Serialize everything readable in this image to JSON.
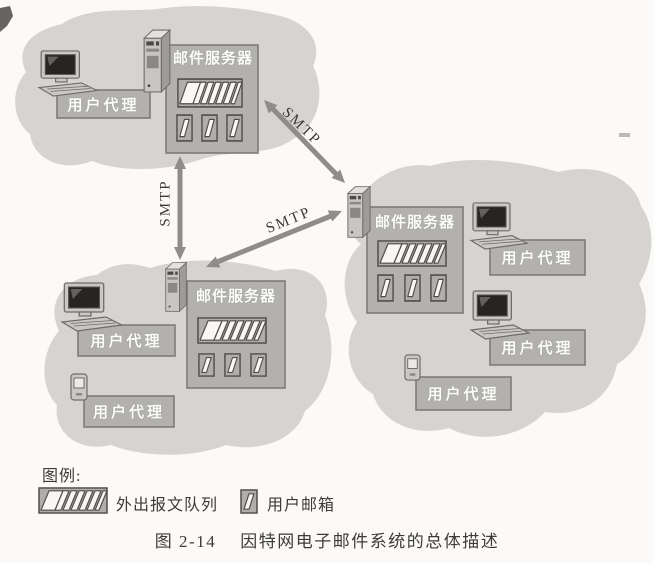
{
  "figure": {
    "caption": {
      "number": "图 2-14",
      "title": "因特网电子邮件系统的总体描述"
    }
  },
  "legend": {
    "title": "图例:",
    "items": [
      {
        "icon": "outgoing-queue-icon",
        "label": "外出报文队列"
      },
      {
        "icon": "user-mailbox-icon",
        "label": "用户邮箱"
      }
    ]
  },
  "diagram": {
    "clouds": [
      {
        "name": "top-left-network",
        "mail_server": {
          "label": "邮件服务器",
          "icons": [
            "server-tower-icon",
            "outgoing-queue-icon",
            "user-mailbox-icon",
            "user-mailbox-icon",
            "user-mailbox-icon"
          ]
        },
        "user_agents": [
          {
            "device": "desktop-computer-icon",
            "label": "用户代理"
          }
        ]
      },
      {
        "name": "bottom-left-network",
        "mail_server": {
          "label": "邮件服务器",
          "icons": [
            "server-tower-icon",
            "outgoing-queue-icon",
            "user-mailbox-icon",
            "user-mailbox-icon",
            "user-mailbox-icon"
          ]
        },
        "user_agents": [
          {
            "device": "desktop-computer-icon",
            "label": "用户代理"
          },
          {
            "device": "mobile-phone-icon",
            "label": "用户代理"
          }
        ]
      },
      {
        "name": "right-network",
        "mail_server": {
          "label": "邮件服务器",
          "icons": [
            "server-tower-icon",
            "outgoing-queue-icon",
            "user-mailbox-icon",
            "user-mailbox-icon",
            "user-mailbox-icon"
          ]
        },
        "user_agents": [
          {
            "device": "desktop-computer-icon",
            "label": "用户代理"
          },
          {
            "device": "desktop-computer-icon",
            "label": "用户代理"
          },
          {
            "device": "mobile-phone-icon",
            "label": "用户代理"
          }
        ]
      }
    ],
    "connections": [
      {
        "from": "top-left-network",
        "to": "bottom-left-network",
        "label": "SMTP"
      },
      {
        "from": "top-left-network",
        "to": "right-network",
        "label": "SMTP"
      },
      {
        "from": "bottom-left-network",
        "to": "right-network",
        "label": "SMTP"
      }
    ]
  },
  "colors": {
    "page_bg": "#fbfaf8",
    "cloud": "#d6d4d0",
    "panel_fill": "#b3b1ad",
    "panel_stroke": "#7e7c78",
    "arrow": "#8f8d8a",
    "symbol_fill": "#b0aeaa",
    "symbol_stroke": "#504e4a",
    "card_face": "#f8f7f4",
    "label_text": "#fcfcfb",
    "ink": "#3d3b37"
  }
}
